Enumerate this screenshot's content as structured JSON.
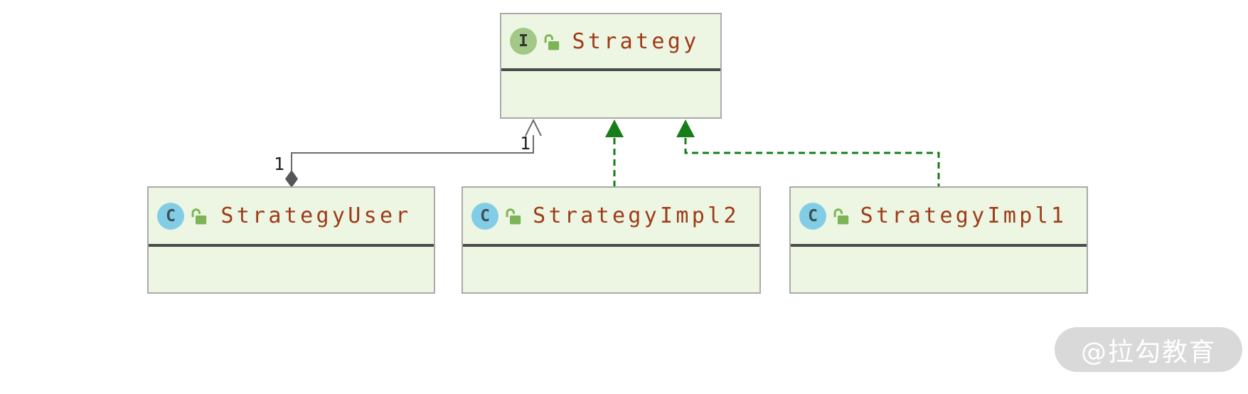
{
  "diagram": {
    "classes": [
      {
        "kind": "interface",
        "icon_letter": "I",
        "name": "Strategy"
      },
      {
        "kind": "class",
        "icon_letter": "C",
        "name": "StrategyUser"
      },
      {
        "kind": "class",
        "icon_letter": "C",
        "name": "StrategyImpl2"
      },
      {
        "kind": "class",
        "icon_letter": "C",
        "name": "StrategyImpl1"
      }
    ],
    "edges": [
      {
        "type": "aggregation",
        "from": "StrategyUser",
        "to": "Strategy",
        "source_label": "1",
        "target_label": "1"
      },
      {
        "type": "realization",
        "from": "StrategyImpl2",
        "to": "Strategy"
      },
      {
        "type": "realization",
        "from": "StrategyImpl1",
        "to": "Strategy"
      }
    ],
    "edge_labels": {
      "source_multiplicity": "1",
      "target_multiplicity": "1"
    }
  },
  "watermark": {
    "text": "@拉勾教育"
  },
  "colors": {
    "node_fill": "#edf6e2",
    "node_border": "#aaaaaa",
    "divider": "#4a4a4a",
    "class_name_text": "#9e3a18",
    "interface_badge": "#a2c887",
    "class_badge": "#82cde6",
    "lock_icon": "#7db457",
    "realization_green": "#177d17",
    "association_gray": "#6b6b6b",
    "watermark_bg": "#d9d9d9",
    "watermark_text": "#ffffff"
  }
}
